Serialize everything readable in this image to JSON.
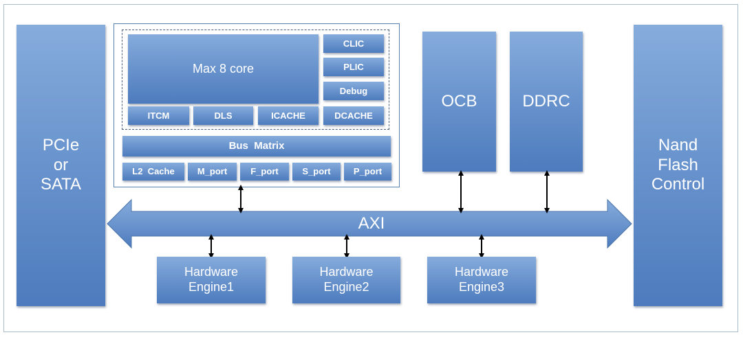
{
  "blocks": {
    "pcie": "PCIe\nor\nSATA",
    "nand": "Nand\nFlash\nControl",
    "core": "Max 8 core",
    "clic": "CLIC",
    "plic": "PLIC",
    "debug": "Debug",
    "itcm": "ITCM",
    "dls": "DLS",
    "icache": "ICACHE",
    "dcache": "DCACHE",
    "bus_matrix": "Bus  Matrix",
    "l2_cache": "L2  Cache",
    "m_port": "M_port",
    "f_port": "F_port",
    "s_port": "S_port",
    "p_port": "P_port",
    "ocb": "OCB",
    "ddrc": "DDRC",
    "axi": "AXI",
    "engine1": "Hardware\nEngine1",
    "engine2": "Hardware\nEngine2",
    "engine3": "Hardware\nEngine3"
  },
  "colors": {
    "block_top": "#86acdc",
    "block_bottom": "#4d7bbd",
    "arrow": "#000000",
    "frame": "#a9bccb"
  }
}
